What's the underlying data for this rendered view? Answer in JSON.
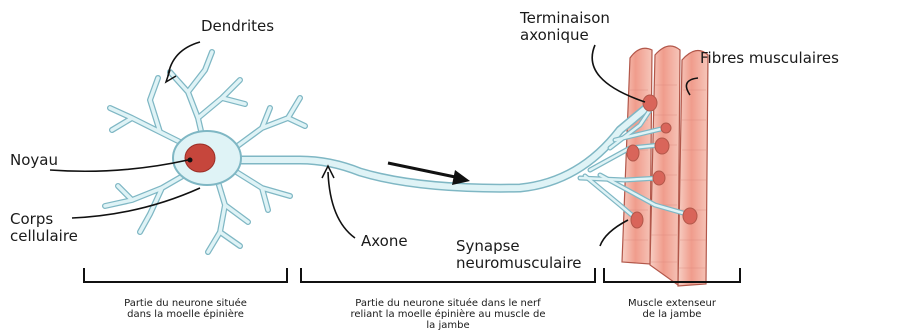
{
  "labels": {
    "dendrites": "Dendrites",
    "noyau": "Noyau",
    "corps": "Corps\ncellulaire",
    "axone": "Axone",
    "terminaison": "Terminaison\naxonique",
    "fibres": "Fibres musculaires",
    "synapse": "Synapse\nneuromusculaire"
  },
  "captions": {
    "moelle": "Partie du neurone située\ndans la moelle épinière",
    "nerf": "Partie du neurone située dans le nerf\nreliant la moelle épinière au muscle de\nla jambe",
    "muscle": "Muscle extenseur\nde la jambe"
  },
  "colors": {
    "neuron_fill": "#dff3f6",
    "neuron_stroke": "#7fb7c4",
    "nucleus": "#c6463c",
    "muscle_fill": "#f4b8aa",
    "muscle_stroke": "#b2574a",
    "terminal": "#d9655a"
  }
}
